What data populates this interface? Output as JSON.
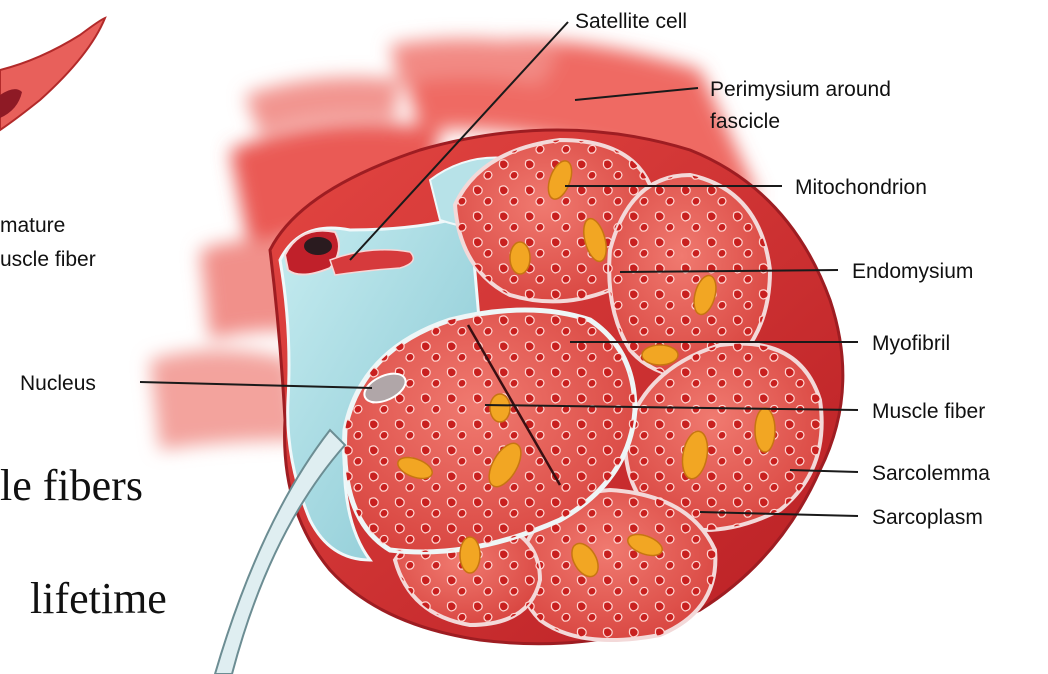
{
  "diagram": {
    "labels": {
      "satellite_cell": "Satellite cell",
      "perimysium_line1": "Perimysium around",
      "perimysium_line2": "fascicle",
      "mitochondrion": "Mitochondrion",
      "endomysium": "Endomysium",
      "myofibril": "Myofibril",
      "muscle_fiber": "Muscle fiber",
      "sarcolemma": "Sarcolemma",
      "sarcoplasm": "Sarcoplasm",
      "nucleus": "Nucleus",
      "immature_line1": "mature",
      "immature_line2": "uscle fiber"
    },
    "slide_text": {
      "line1": "le fibers",
      "line2": "lifetime"
    },
    "colors": {
      "muscle_red": "#d93838",
      "fiber_fill": "#ec5a55",
      "glow": "#f7b3ad",
      "sheath_blue": "#a9dbe3",
      "membrane_white": "#e9f2f4",
      "mitochondria": "#f2a623",
      "nucleus": "#8e1a25"
    }
  }
}
